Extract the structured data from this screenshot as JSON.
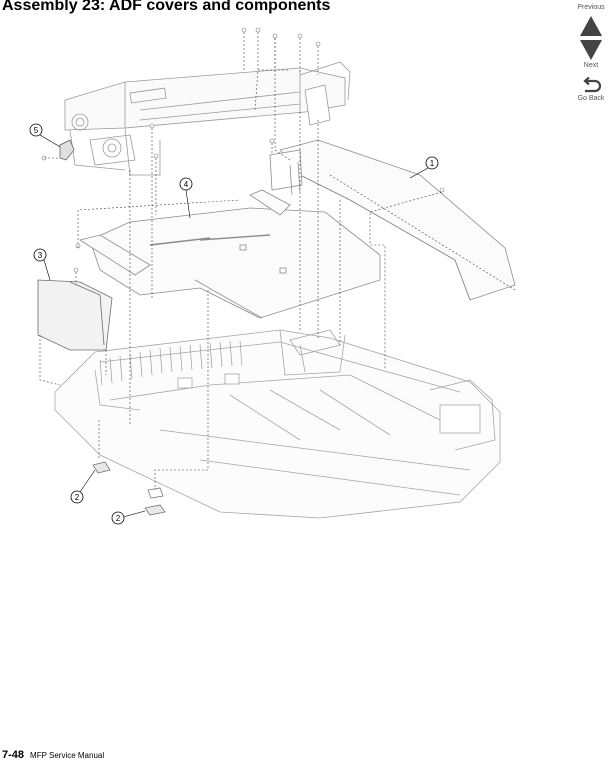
{
  "page": {
    "title": "Assembly 23:  ADF covers and components",
    "page_number": "7-48",
    "manual_name": "MFP Service Manual"
  },
  "nav": {
    "previous_label": "Previous",
    "next_label": "Next",
    "back_label": "Go Back",
    "icons": {
      "previous": "triangle-up-icon",
      "next": "triangle-down-icon",
      "back": "return-arrow-icon"
    }
  },
  "callouts": [
    "1",
    "2",
    "2",
    "3",
    "4",
    "5"
  ]
}
